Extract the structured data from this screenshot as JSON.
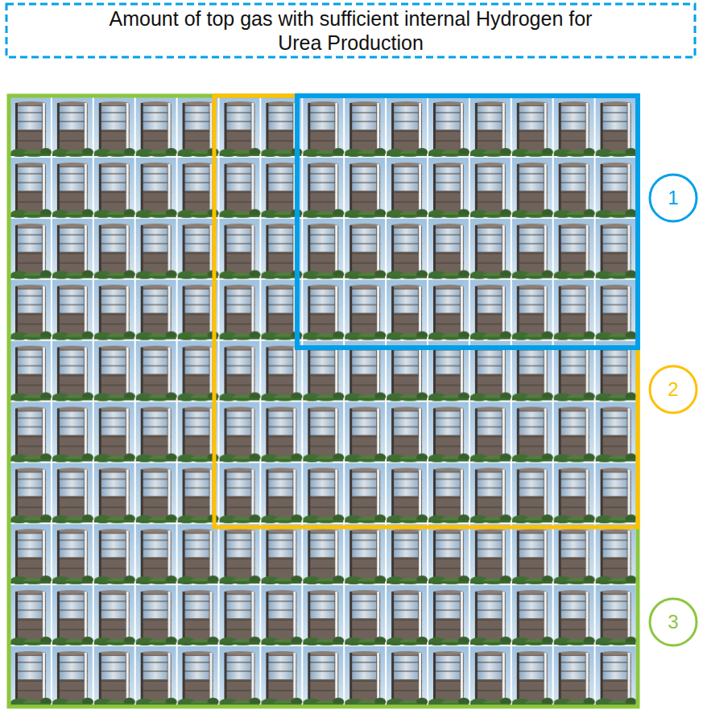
{
  "diagram": {
    "title": "Amount of top gas with sufficient internal Hydrogen for Urea Production",
    "nodes": [
      {
        "text": [
          "1"
        ]
      },
      {
        "text": [
          "2"
        ]
      },
      {
        "text": [
          "3"
        ]
      }
    ]
  }
}
